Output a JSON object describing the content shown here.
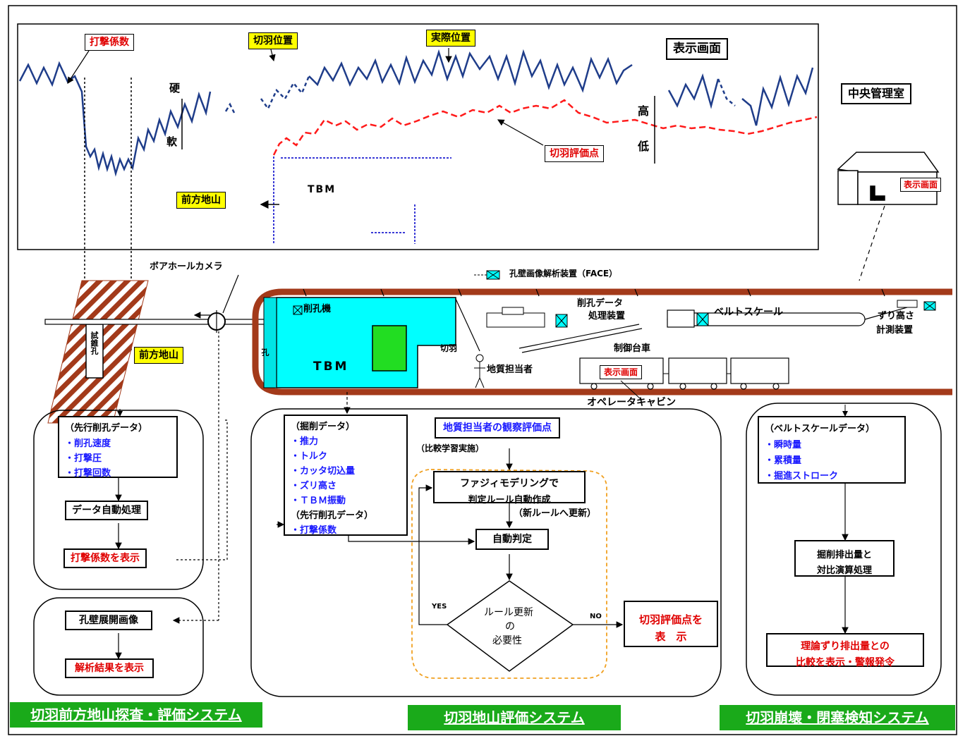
{
  "display_panel": {
    "title": "表示画面",
    "label_impact": "打撃係数",
    "label_predicted": "切羽位置",
    "label_actual": "実際位置",
    "label_soft": "硬",
    "label_hard": "軟",
    "label_high": "高",
    "label_low": "低",
    "label_eval": "切羽評価点",
    "label_ahead": "前方地山",
    "label_tbm": "TBM"
  },
  "control_room": {
    "title": "中央管理室",
    "screen": "表示画面"
  },
  "tunnel": {
    "borehole_camera": "ボアホールカメラ",
    "image_analyzer": "孔壁画像解析装置（FACE）",
    "drilling_data": "削孔データ",
    "processing": "処理装置",
    "belt_scale": "ベルトスケール",
    "muck_height": "ずり高さ",
    "measuring": "計測装置",
    "control_car": "制御台車",
    "screen": "表示画面",
    "tbm": "TBM",
    "drill": "削孔機",
    "geologist": "地質担当者",
    "operator_cabin": "オペレータキャビン",
    "face": "切羽",
    "boring": "試錐孔",
    "ahead": "前方地山",
    "hole": "孔"
  },
  "left_system": {
    "data_header": "（先行削孔データ）",
    "items": [
      "・削孔速度",
      "・打撃圧",
      "・打撃回数"
    ],
    "auto_proc": "データ自動処理",
    "show_coef": "打撃係数を表示",
    "hole_wall": "孔壁展開画像",
    "show_result": "解析結果を表示",
    "bar": "切羽前方地山探査・評価システム"
  },
  "mid_system": {
    "data_header": "（掘削データ）",
    "items": [
      "・推力",
      "・トルク",
      "・カッタ切込量",
      "・ズリ高さ",
      "・ＴＢＭ振動"
    ],
    "data_header2": "（先行削孔データ）",
    "items2": [
      "・打撃係数"
    ],
    "geo_eval": "地質担当者の観察評価点",
    "learn": "（比較学習実施）",
    "fuzzy1": "ファジィモデリングで",
    "fuzzy2": "判定ルール自動作成",
    "new_rule": "（新ルールへ更新）",
    "auto_judge": "自動判定",
    "diamond1": "ルール更新",
    "diamond2": "の",
    "diamond3": "必要性",
    "yes": "YES",
    "no": "NO",
    "show_eval1": "切羽評価点を",
    "show_eval2": "表　示",
    "bar": "切羽地山評価システム"
  },
  "right_system": {
    "data_header": "（ベルトスケールデータ）",
    "items": [
      "・瞬時量",
      "・累積量",
      "・掘進ストローク"
    ],
    "proc1": "掘削排出量と",
    "proc2": "対比演算処理",
    "alert1": "理論ずり排出量との",
    "alert2": "比較を表示・警報発令",
    "bar": "切羽崩壊・閉塞検知システム"
  },
  "colors": {
    "line_blue": "#1f3d8a",
    "line_red": "#ff1a1a",
    "tunnel_brown": "#a33a1a",
    "tbm_cyan": "#00ffff",
    "green": "#1aaa1a",
    "yellow": "#ffff00"
  }
}
